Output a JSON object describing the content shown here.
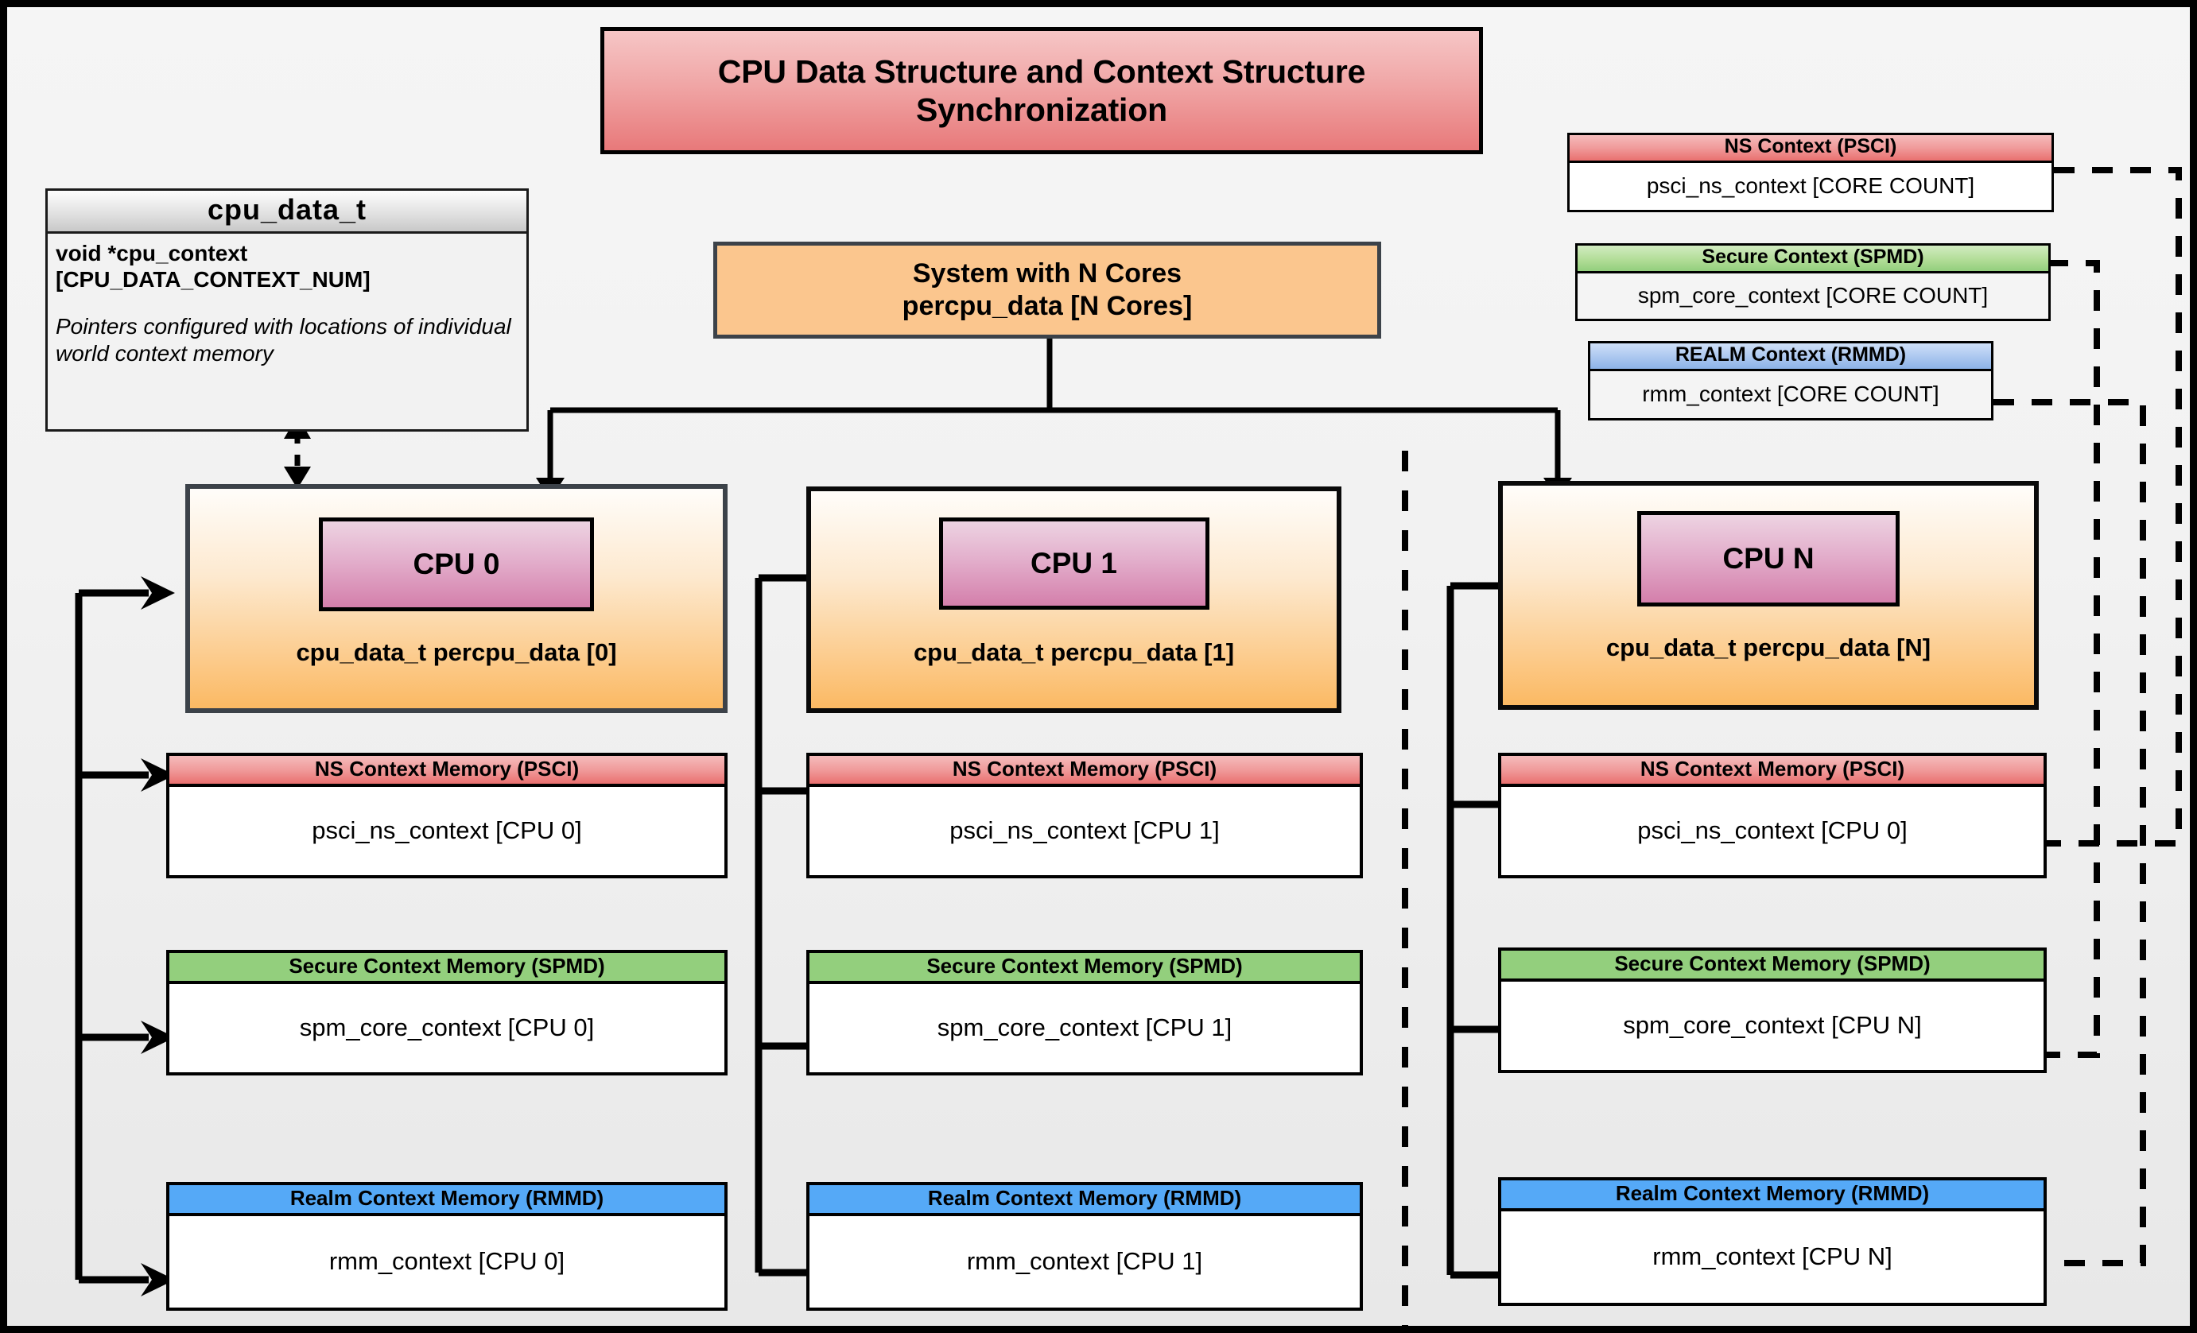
{
  "title": "CPU Data Structure and Context Structure Synchronization",
  "struct": {
    "name": "cpu_data_t",
    "field": "void  *cpu_context [CPU_DATA_CONTEXT_NUM]",
    "note": "Pointers configured with locations of individual world context memory"
  },
  "system": {
    "line1": "System with N Cores",
    "line2": "percpu_data [N Cores]"
  },
  "summary_contexts": [
    {
      "header": "NS Context  (PSCI)",
      "body": "psci_ns_context [CORE COUNT]",
      "color": "#e9706f"
    },
    {
      "header": "Secure Context (SPMD)",
      "body": "spm_core_context [CORE COUNT]",
      "color": "#93cf7d"
    },
    {
      "header": "REALM Context (RMMD)",
      "body": "rmm_context [CORE COUNT]",
      "color": "#8db3e8"
    }
  ],
  "cpus": [
    {
      "chip": "CPU 0",
      "label": "cpu_data_t percpu_data [0]",
      "contexts": [
        {
          "header": "NS Context Memory (PSCI)",
          "body": "psci_ns_context [CPU 0]"
        },
        {
          "header": "Secure Context Memory (SPMD)",
          "body": "spm_core_context [CPU 0]"
        },
        {
          "header": "Realm Context Memory (RMMD)",
          "body": "rmm_context [CPU 0]"
        }
      ]
    },
    {
      "chip": "CPU 1",
      "label": "cpu_data_t percpu_data [1]",
      "contexts": [
        {
          "header": "NS Context Memory (PSCI)",
          "body": "psci_ns_context [CPU 1]"
        },
        {
          "header": "Secure Context Memory (SPMD)",
          "body": "spm_core_context [CPU 1]"
        },
        {
          "header": "Realm Context Memory (RMMD)",
          "body": "rmm_context [CPU 1]"
        }
      ]
    },
    {
      "chip": "CPU N",
      "label": "cpu_data_t percpu_data [N]",
      "contexts": [
        {
          "header": "NS Context Memory (PSCI)",
          "body": "psci_ns_context [CPU 0]"
        },
        {
          "header": "Secure Context Memory (SPMD)",
          "body": "spm_core_context [CPU N]"
        },
        {
          "header": "Realm Context Memory (RMMD)",
          "body": "rmm_context [CPU N]"
        }
      ]
    }
  ],
  "colors": {
    "ns": "#e9706f",
    "secure": "#93cf7d",
    "realm": "#55a9f7",
    "cpu_fill": "#fbb963",
    "chip_fill": "#d47fab",
    "system_fill": "#fbc68e",
    "title_fill": "#e8797a",
    "background": "#f2f2f2",
    "frame": "#000000"
  }
}
